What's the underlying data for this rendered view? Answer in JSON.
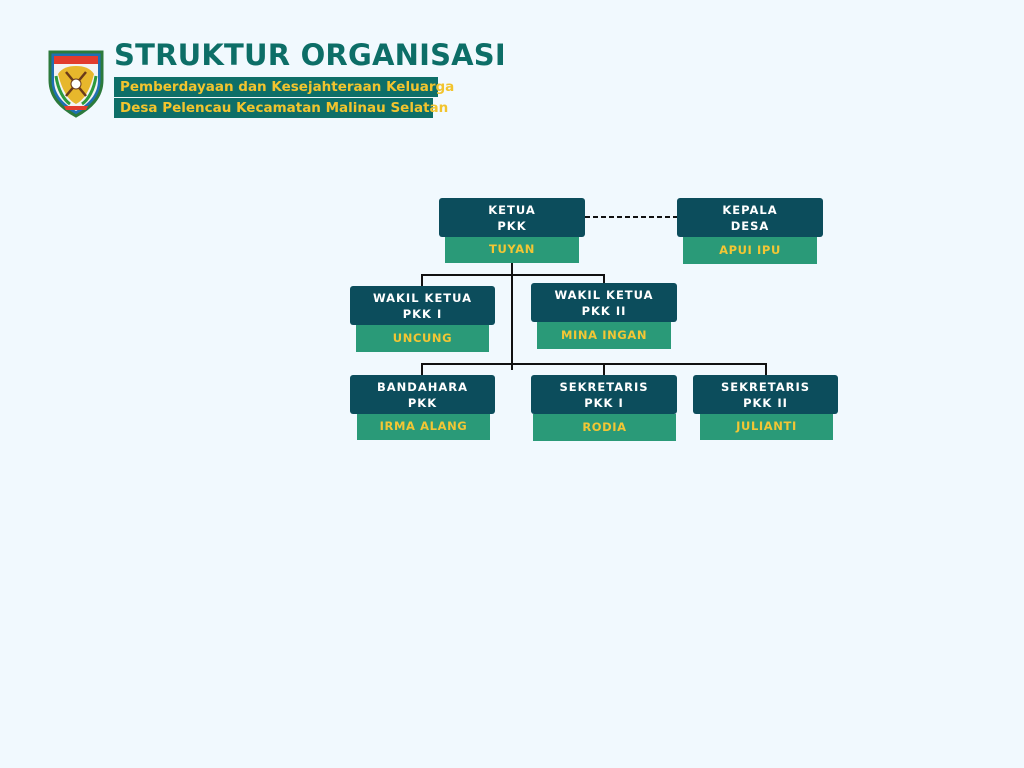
{
  "header": {
    "title": "STRUKTUR ORGANISASI",
    "subtitle_line1": "Pemberdayaan dan Kesejahteraan Keluarga",
    "subtitle_line2": "Desa Pelencau Kecamatan Malinau Selatan"
  },
  "colors": {
    "background": "#f1f9fe",
    "title": "#0d6e67",
    "subtitle_bg": "#0e6f68",
    "subtitle_text": "#f2c42e",
    "role_bg": "#0c4d5c",
    "name_bg": "#2a9a78",
    "name_text": "#f3c634"
  },
  "nodes": {
    "ketua": {
      "role": "KETUA\nPKK",
      "name": "TUYAN"
    },
    "kepala_desa": {
      "role": "KEPALA\nDESA",
      "name": "APUI IPU"
    },
    "wakil1": {
      "role": "WAKIL KETUA\nPKK I",
      "name": "UNCUNG"
    },
    "wakil2": {
      "role": "WAKIL KETUA\nPKK II",
      "name": "MINA INGAN"
    },
    "bendahara": {
      "role": "BANDAHARA\nPKK",
      "name": "IRMA ALANG"
    },
    "sekretaris1": {
      "role": "SEKRETARIS\nPKK I",
      "name": "RODIA"
    },
    "sekretaris2": {
      "role": "SEKRETARIS\nPKK II",
      "name": "JULIANTI"
    }
  }
}
